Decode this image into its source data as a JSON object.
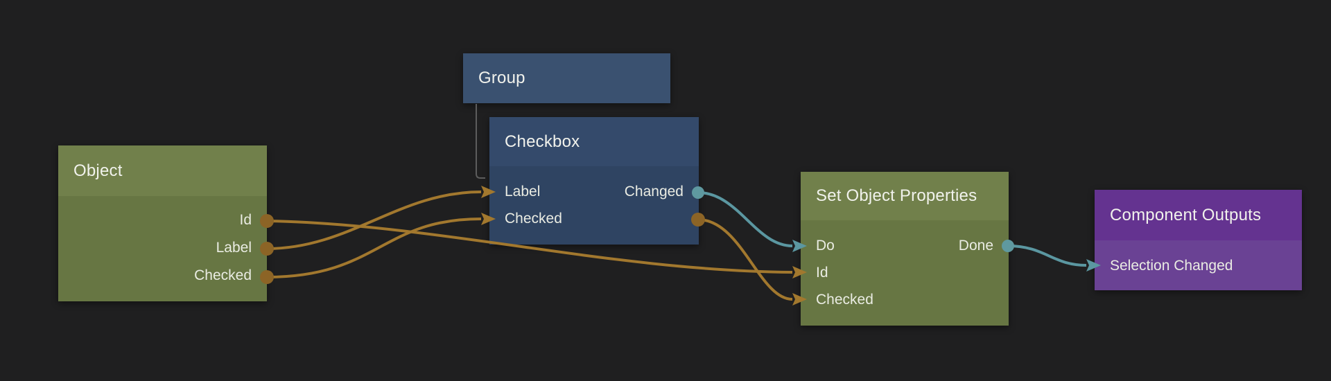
{
  "app": {
    "description": "Node graph editor canvas with connected nodes",
    "background_color": "#1f1f20"
  },
  "colors": {
    "data_connection": "#a2782e",
    "data_port_dot": "#8c6426",
    "signal_connection": "#5b97a1",
    "signal_port_dot": "#5f99a0",
    "hierarchy_line": "#5d5d5d",
    "olive_node_header": "#71804b",
    "olive_node_body": "#677643",
    "blue_node_header": "#344a6b",
    "blue_node_body": "#2f4462",
    "purple_node_header": "#643390",
    "purple_node_body": "#6a4294",
    "text": "#f1f2ec"
  },
  "nodes": {
    "group": {
      "title": "Group",
      "rows": []
    },
    "object": {
      "title": "Object",
      "rows": [
        {
          "left": "",
          "right": "Id"
        },
        {
          "left": "",
          "right": "Label"
        },
        {
          "left": "",
          "right": "Checked"
        }
      ]
    },
    "checkbox": {
      "title": "Checkbox",
      "rows": [
        {
          "left": "Label",
          "right": "Changed"
        },
        {
          "left": "Checked",
          "right": ""
        }
      ]
    },
    "set_object_properties": {
      "title": "Set Object Properties",
      "rows": [
        {
          "left": "Do",
          "right": "Done"
        },
        {
          "left": "Id",
          "right": ""
        },
        {
          "left": "Checked",
          "right": ""
        }
      ]
    },
    "component_outputs": {
      "title": "Component Outputs",
      "rows": [
        {
          "left": "Selection Changed",
          "right": ""
        }
      ]
    }
  },
  "connections": [
    {
      "from": "Object.Id",
      "to": "Set Object Properties.Id",
      "type": "data"
    },
    {
      "from": "Object.Label",
      "to": "Checkbox.Label",
      "type": "data"
    },
    {
      "from": "Object.Checked",
      "to": "Checkbox.Checked",
      "type": "data"
    },
    {
      "from": "Checkbox.Changed",
      "to": "Set Object Properties.Do",
      "type": "signal"
    },
    {
      "from": "Checkbox.Checked",
      "to": "Set Object Properties.Checked",
      "type": "data"
    },
    {
      "from": "Set Object Properties.Done",
      "to": "Component Outputs.Selection Changed",
      "type": "signal"
    },
    {
      "from": "Group",
      "to": "Checkbox",
      "type": "hierarchy"
    }
  ]
}
